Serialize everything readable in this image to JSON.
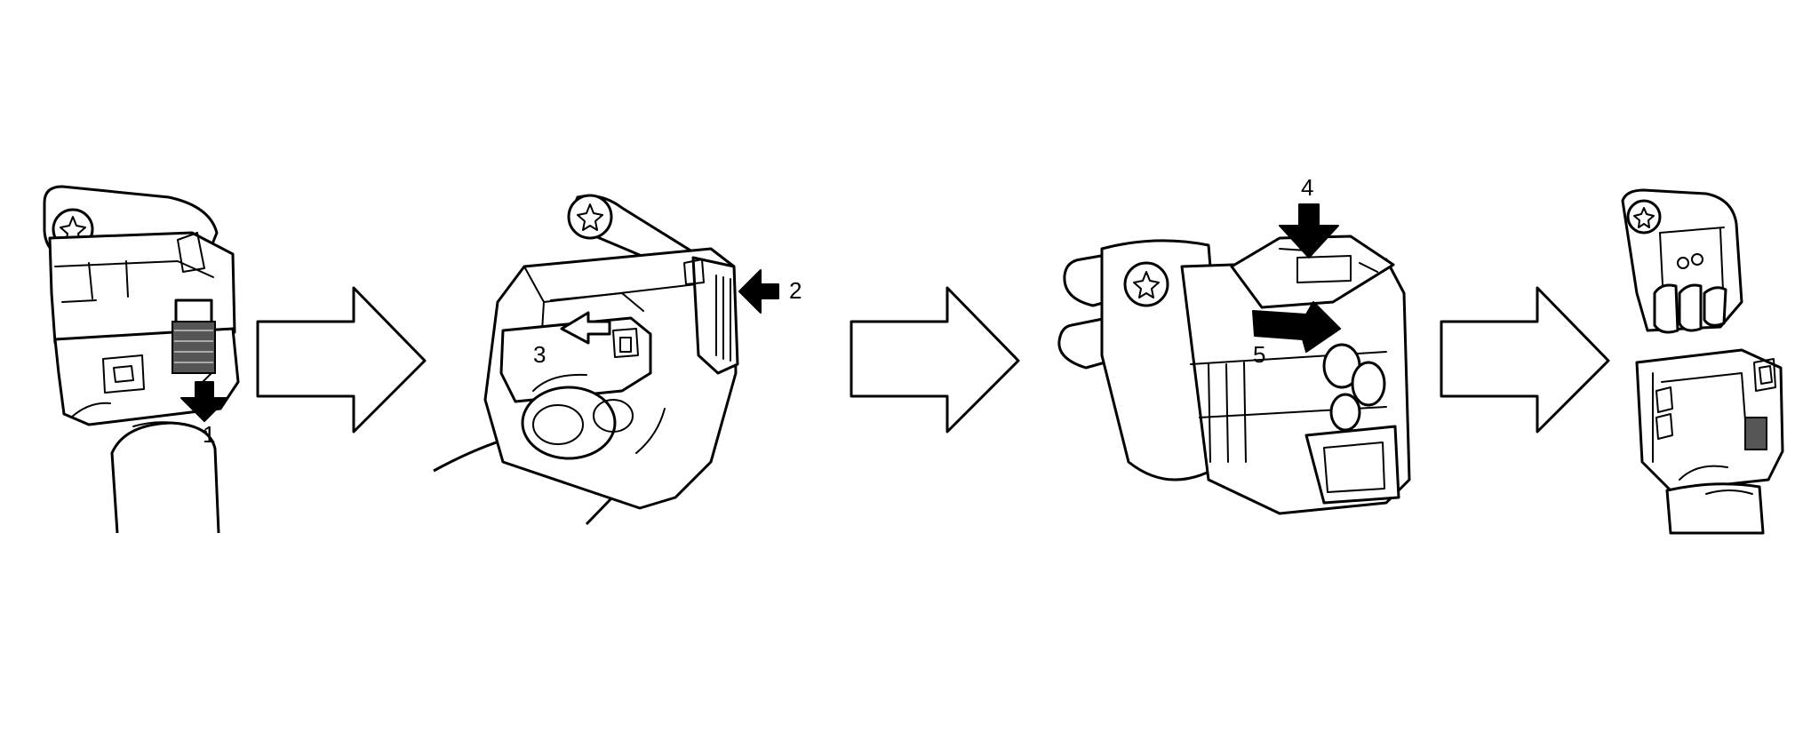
{
  "labels": [
    "1",
    "2",
    "3",
    "4",
    "5"
  ],
  "colors": {
    "line": "#000000",
    "background": "#ffffff",
    "hatch": "#555555"
  },
  "icons": [
    "flow-arrow-right-icon",
    "push-arrow-icon",
    "screw-head-icon"
  ]
}
